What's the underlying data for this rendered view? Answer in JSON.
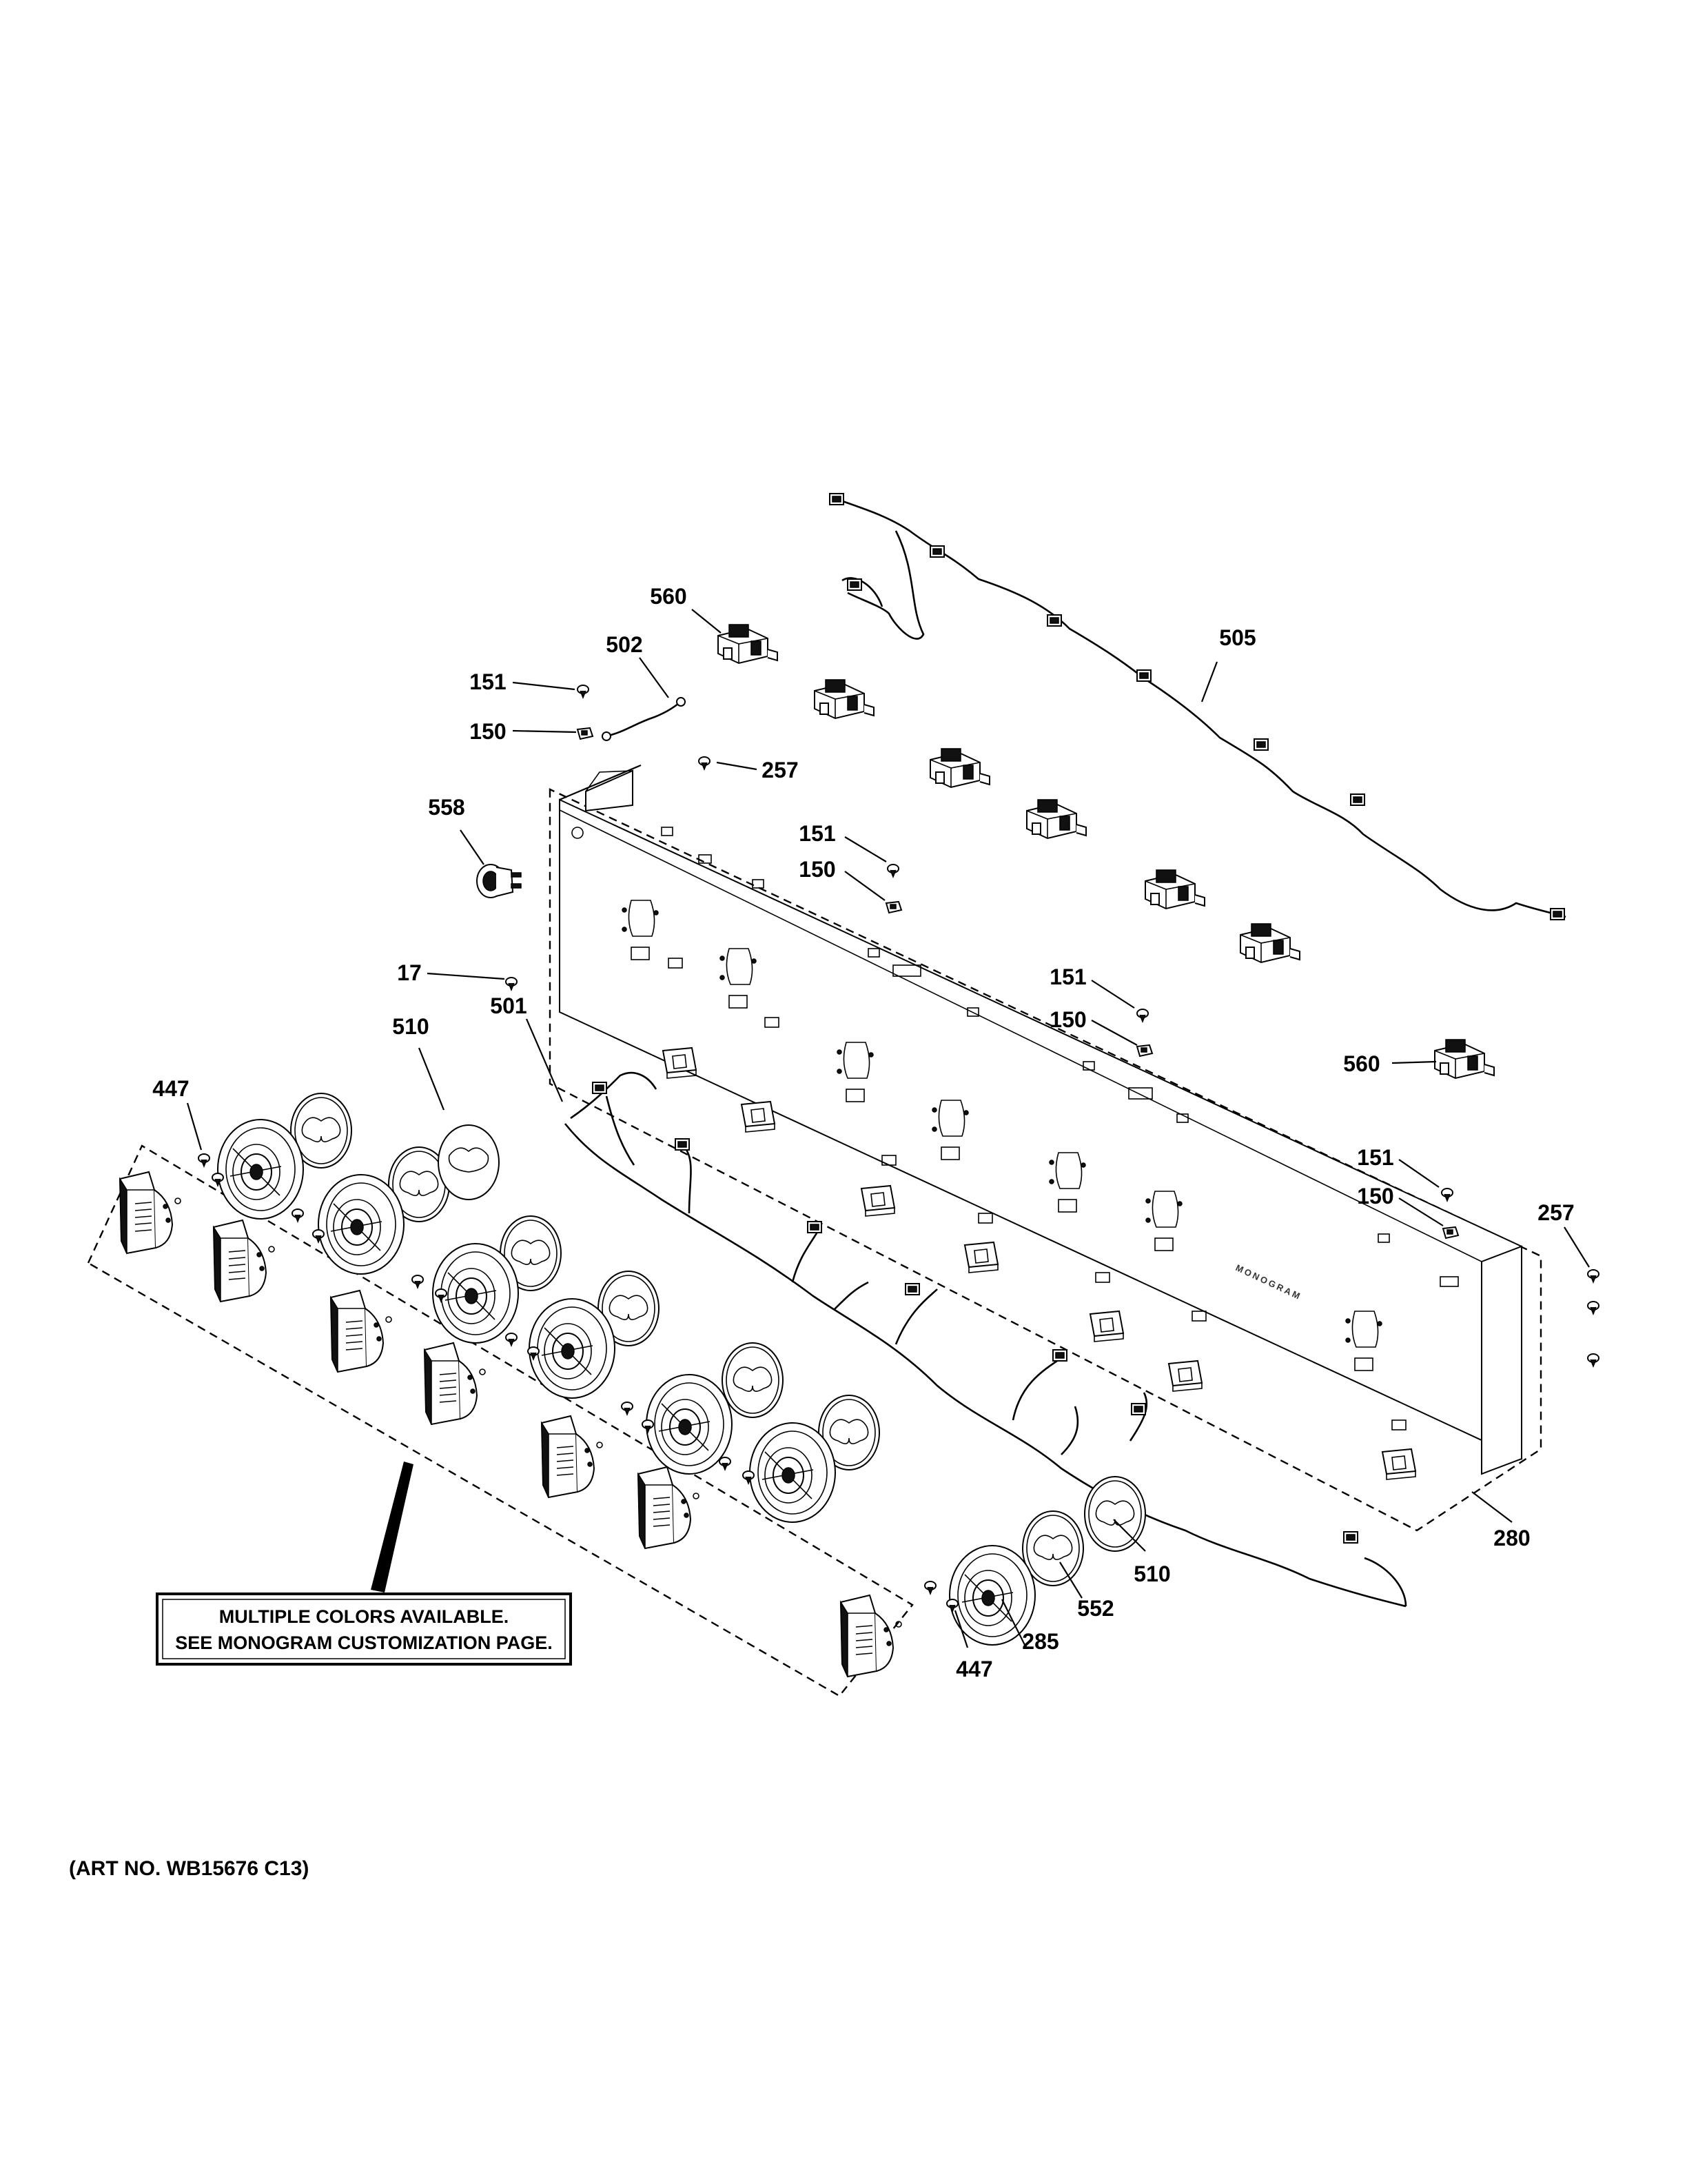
{
  "callouts": {
    "c560a": "560",
    "c502": "502",
    "c151a": "151",
    "c150a": "150",
    "c257a": "257",
    "c558": "558",
    "c505": "505",
    "c151b": "151",
    "c150b": "150",
    "c17": "17",
    "c151c": "151",
    "c150c": "150",
    "c510a": "510",
    "c501": "501",
    "c560b": "560",
    "c447a": "447",
    "c151d": "151",
    "c150d": "150",
    "c257b": "257",
    "c280": "280",
    "c510b": "510",
    "c552": "552",
    "c285": "285",
    "c447b": "447"
  },
  "note": {
    "line1": "MULTIPLE COLORS AVAILABLE.",
    "line2": "SEE MONOGRAM CUSTOMIZATION PAGE."
  },
  "panel_brand": "MONOGRAM",
  "art_number": "(ART NO. WB15676 C13)"
}
